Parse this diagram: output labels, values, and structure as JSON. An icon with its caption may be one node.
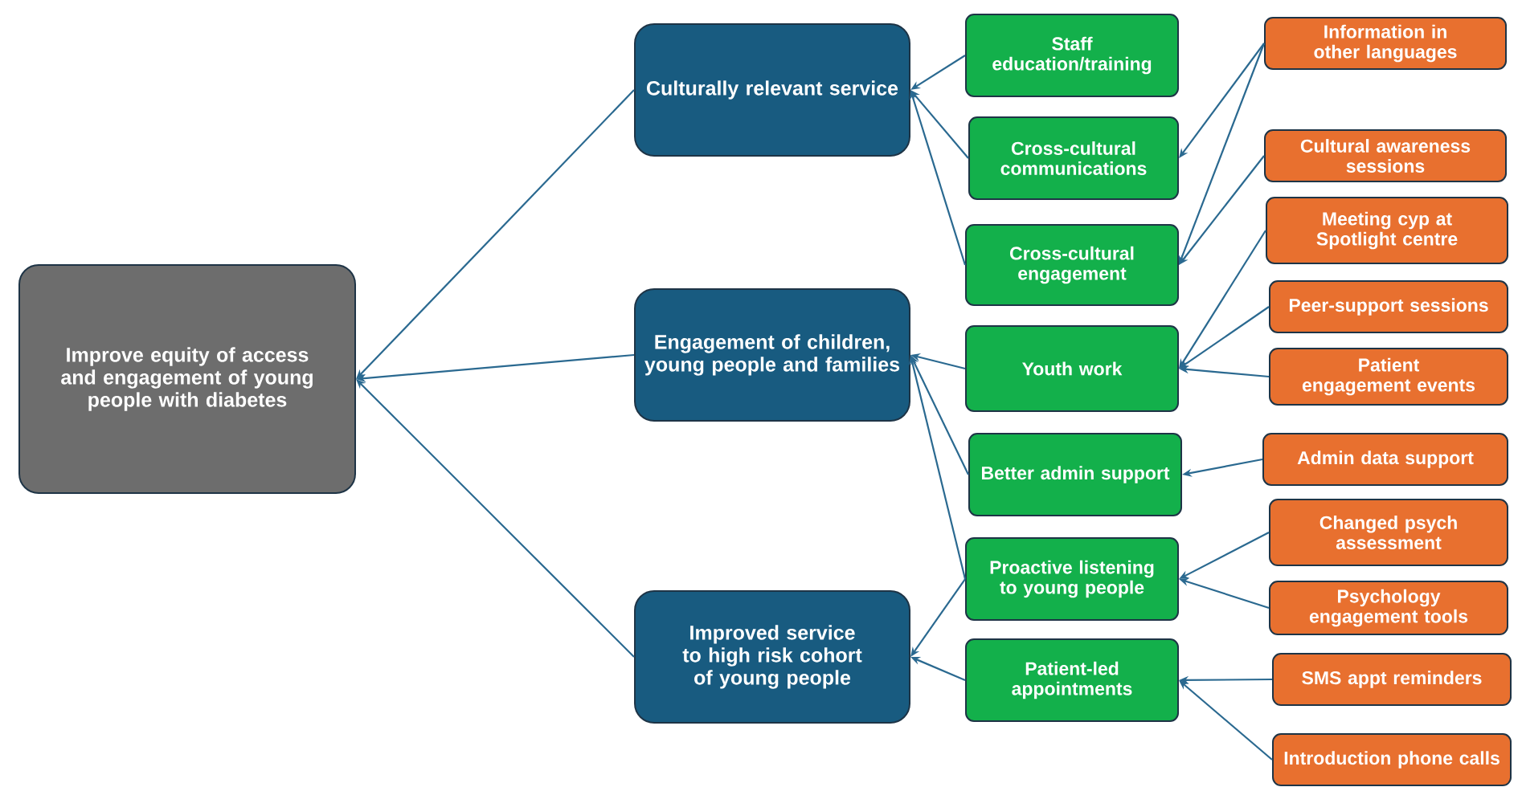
{
  "diagram": {
    "nodes": [
      {
        "text": [
          "Improve equity of access and engagement of young people with diabetes"
        ]
      },
      {
        "text": [
          "Culturally relevant service"
        ]
      },
      {
        "text": [
          "Staff education/training"
        ]
      },
      {
        "text": [
          "Cross-cultural communications"
        ]
      },
      {
        "text": [
          "Information in other languages"
        ]
      },
      {
        "text": [
          "Cultural awareness sessions"
        ]
      },
      {
        "text": [
          "Cross-cultural engagement"
        ]
      },
      {
        "text": [
          "Meeting cyp at Spotlight centre"
        ]
      },
      {
        "text": [
          "Engagement of children, young people and families"
        ]
      },
      {
        "text": [
          "Youth work"
        ]
      },
      {
        "text": [
          "Peer-support sessions"
        ]
      },
      {
        "text": [
          "Patient engagement events"
        ]
      },
      {
        "text": [
          "Better admin support"
        ]
      },
      {
        "text": [
          "Admin data support"
        ]
      },
      {
        "text": [
          "Improved service to high risk cohort of young people"
        ]
      },
      {
        "text": [
          "Proactive listening to young people"
        ]
      },
      {
        "text": [
          "Changed psych assessment"
        ]
      },
      {
        "text": [
          "Psychology engagement tools"
        ]
      },
      {
        "text": [
          "Patient-led appointments"
        ]
      },
      {
        "text": [
          "SMS appt reminders"
        ]
      },
      {
        "text": [
          "Introduction phone calls"
        ]
      }
    ],
    "edges": [
      {
        "from": 1,
        "to": 0,
        "arrow": "to"
      },
      {
        "from": 8,
        "to": 0,
        "arrow": "to"
      },
      {
        "from": 14,
        "to": 0,
        "arrow": "to"
      },
      {
        "from": 2,
        "to": 1,
        "arrow": "to"
      },
      {
        "from": 3,
        "to": 1,
        "arrow": "to"
      },
      {
        "from": 6,
        "to": 1,
        "arrow": "to"
      },
      {
        "from": 4,
        "to": 3,
        "arrow": "to"
      },
      {
        "from": 4,
        "to": 6,
        "arrow": "to"
      },
      {
        "from": 5,
        "to": 6,
        "arrow": "to"
      },
      {
        "from": 7,
        "to": 9,
        "arrow": "to"
      },
      {
        "from": 10,
        "to": 9,
        "arrow": "to"
      },
      {
        "from": 11,
        "to": 9,
        "arrow": "to"
      },
      {
        "from": 9,
        "to": 8,
        "arrow": "to"
      },
      {
        "from": 12,
        "to": 8,
        "arrow": "to"
      },
      {
        "from": 15,
        "to": 8,
        "arrow": "to"
      },
      {
        "from": 13,
        "to": 12,
        "arrow": "to"
      },
      {
        "from": 15,
        "to": 14,
        "arrow": "to"
      },
      {
        "from": 18,
        "to": 14,
        "arrow": "to"
      },
      {
        "from": 16,
        "to": 15,
        "arrow": "to"
      },
      {
        "from": 17,
        "to": 15,
        "arrow": "to"
      },
      {
        "from": 19,
        "to": 18,
        "arrow": "to"
      },
      {
        "from": 20,
        "to": 18,
        "arrow": "to"
      }
    ]
  }
}
